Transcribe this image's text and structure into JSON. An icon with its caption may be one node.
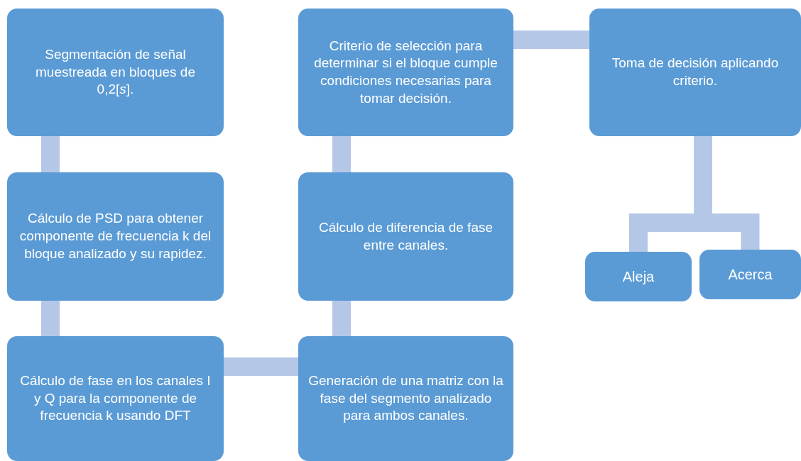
{
  "diagram": {
    "nodes": [
      {
        "text": [
          "Segmentación de señal muestreada en bloques de 0,2[*s*]."
        ]
      },
      {
        "text": [
          "Cálculo de PSD para obtener componente de frecuencia k del bloque analizado y su rapidez."
        ]
      },
      {
        "text": [
          "Cálculo de fase en los canales I y Q para la componente de frecuencia k usando DFT"
        ]
      },
      {
        "text": [
          "Generación de una matriz con la fase del segmento analizado para ambos canales."
        ]
      },
      {
        "text": [
          "Cálculo de diferencia de fase entre canales."
        ]
      },
      {
        "text": [
          "Criterio de selección para determinar si el bloque cumple condiciones necesarias para tomar decisión."
        ]
      },
      {
        "text": [
          "Toma de decisión aplicando criterio."
        ]
      },
      {
        "text": [
          "Aleja"
        ]
      },
      {
        "text": [
          "Acerca"
        ]
      }
    ],
    "edges": [
      {
        "from": 0,
        "to": 1,
        "arrow": "none"
      },
      {
        "from": 1,
        "to": 2,
        "arrow": "none"
      },
      {
        "from": 2,
        "to": 3,
        "arrow": "none"
      },
      {
        "from": 3,
        "to": 4,
        "arrow": "none"
      },
      {
        "from": 4,
        "to": 5,
        "arrow": "none"
      },
      {
        "from": 5,
        "to": 6,
        "arrow": "none"
      },
      {
        "from": 6,
        "to": 7,
        "arrow": "none"
      },
      {
        "from": 6,
        "to": 8,
        "arrow": "none"
      }
    ]
  }
}
